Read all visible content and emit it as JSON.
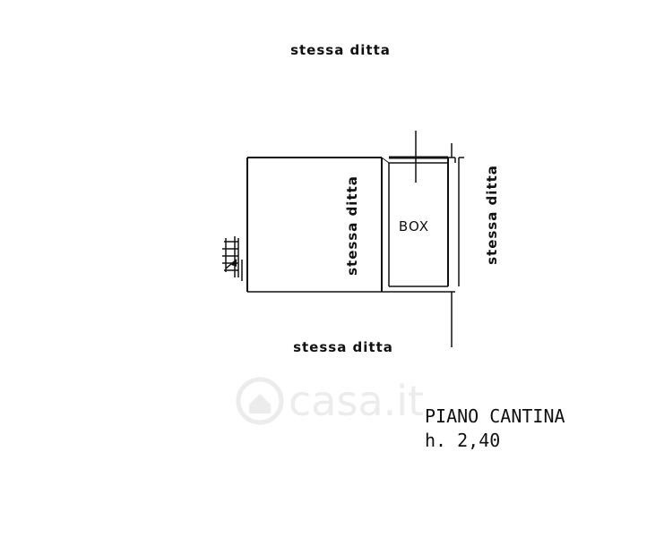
{
  "labels": {
    "top": "stessa ditta",
    "bottom": "stessa ditta",
    "inner_vertical": "stessa ditta",
    "right_vertical": "stessa ditta",
    "box": "BOX"
  },
  "caption": {
    "title": "PIANO CANTINA",
    "height": "h. 2,40"
  },
  "watermark": "casa.it",
  "colors": {
    "line": "#111111",
    "background": "#ffffff",
    "watermark": "#ececec"
  }
}
